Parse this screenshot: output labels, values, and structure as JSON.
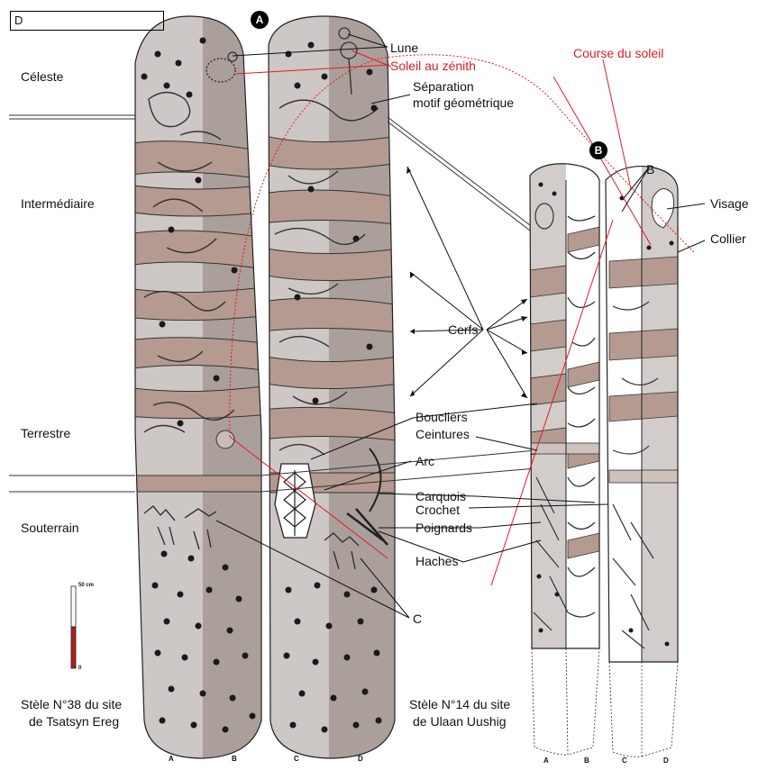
{
  "panel_letter": "D",
  "badges": {
    "a": "A",
    "b": "B"
  },
  "zones": {
    "celeste": "Céleste",
    "intermediaire": "Intermédiaire",
    "terrestre": "Terrestre",
    "souterrain": "Souterrain"
  },
  "labels": {
    "lune": "Lune",
    "soleil": "Soleil au zénith",
    "separation_1": "Séparation",
    "separation_2": "motif géométrique",
    "course": "Course du soleil",
    "b_marker": "B",
    "visage": "Visage",
    "collier": "Collier",
    "cerfs": "Cerfs",
    "boucliers": "Boucliers",
    "ceintures": "Ceintures",
    "arc": "Arc",
    "carquois": "Carquois",
    "crochet": "Crochet",
    "poignards": "Poignards",
    "haches": "Haches",
    "c_marker": "C"
  },
  "captions": {
    "left_1": "Stèle N°38 du site",
    "left_2": "de Tsatsyn Ereg",
    "right_1": "Stèle N°14 du site",
    "right_2": "de Ulaan Uushig"
  },
  "side_labels": [
    "A",
    "B",
    "C",
    "D"
  ],
  "scale": {
    "top": "50 cm",
    "bottom": "0"
  },
  "colors": {
    "stone_light": "#cdc7c5",
    "stone_dark": "#ab9f9c",
    "band_brown": "#b49a90",
    "accent_red": "#e01b24"
  }
}
